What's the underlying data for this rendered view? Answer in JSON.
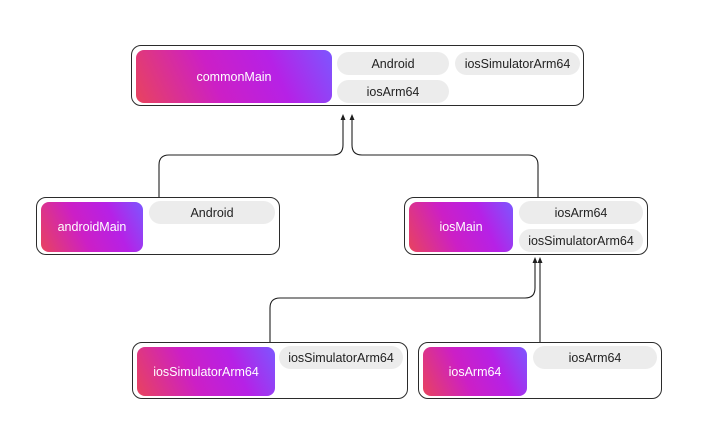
{
  "nodes": {
    "commonMain": {
      "label": "commonMain",
      "targets": [
        "Android",
        "iosSimulatorArm64",
        "iosArm64"
      ]
    },
    "androidMain": {
      "label": "androidMain",
      "targets": [
        "Android"
      ]
    },
    "iosMain": {
      "label": "iosMain",
      "targets": [
        "iosArm64",
        "iosSimulatorArm64"
      ]
    },
    "iosSimulatorArm64": {
      "label": "iosSimulatorArm64",
      "targets": [
        "iosSimulatorArm64"
      ]
    },
    "iosArm64": {
      "label": "iosArm64",
      "targets": [
        "iosArm64"
      ]
    }
  },
  "edges": [
    {
      "from": "androidMain",
      "to": "commonMain"
    },
    {
      "from": "iosMain",
      "to": "commonMain"
    },
    {
      "from": "iosSimulatorArm64",
      "to": "iosMain"
    },
    {
      "from": "iosArm64",
      "to": "iosMain"
    }
  ],
  "colors": {
    "gradient_start": "#e8435e",
    "gradient_mid": "#cc1fc6",
    "gradient_end": "#7d56ff",
    "pill": "#ececec",
    "border": "#2b2b2b"
  }
}
